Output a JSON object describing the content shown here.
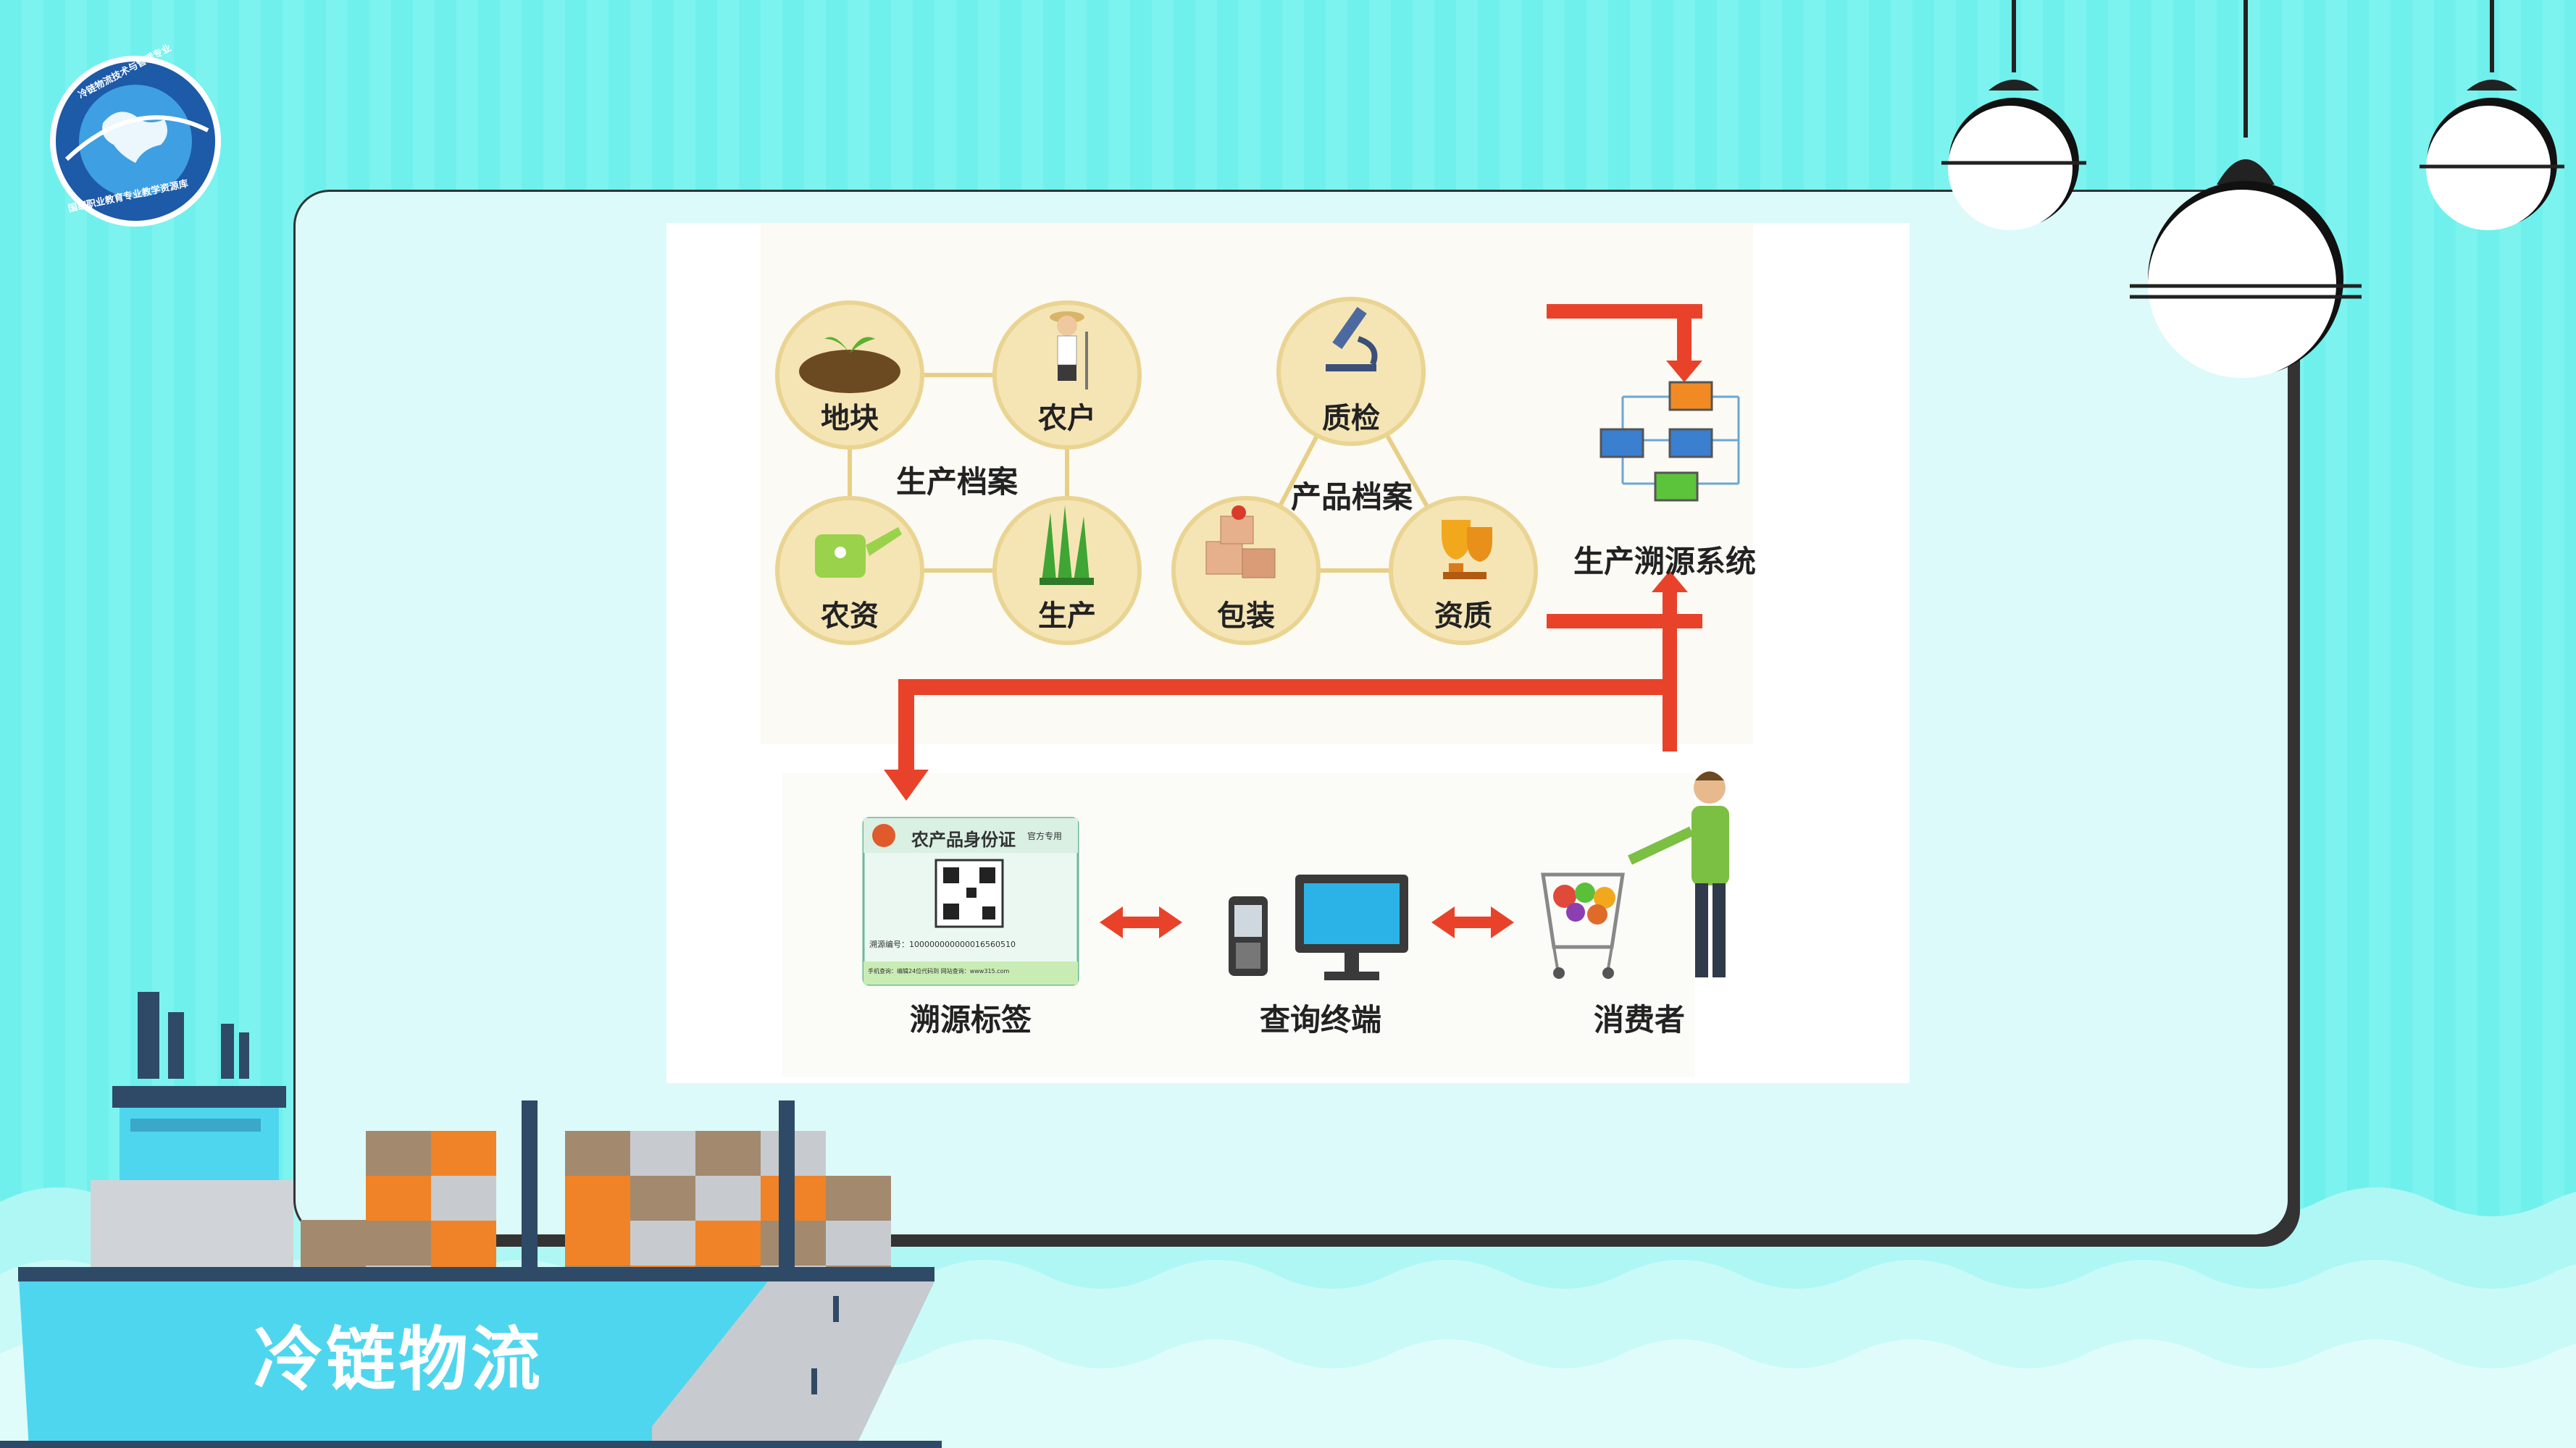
{
  "banner": {
    "title": "冷链物流"
  },
  "logo": {
    "top_text": "冷链物流技术与管理专业",
    "bottom_text": "国家职业教育专业教学资源库"
  },
  "diagram": {
    "production_records": {
      "label": "生产档案",
      "nodes": [
        "地块",
        "农户",
        "农资",
        "生产"
      ]
    },
    "product_records": {
      "label": "产品档案",
      "nodes": [
        "质检",
        "包装",
        "资质"
      ]
    },
    "system": {
      "label": "生产溯源系统"
    },
    "flow": {
      "label_tag": "溯源标签",
      "query_terminal": "查询终端",
      "consumer": "消费者"
    },
    "id_card": {
      "title": "农产品身份证",
      "subtitle": "官方专用",
      "trace_no": "溯源编号：100000000000016560510",
      "footer": "手机查询：编辑24位代码到        网站查询：www315.com"
    }
  },
  "colors": {
    "background": "#6ff0ec",
    "panel": "#dcfaf9",
    "arrow": "#e8432a",
    "node_circle": "#f5e5b5",
    "ship_hull": "#4fd6ef"
  },
  "icons": [
    "globe-logo-icon",
    "lamp-icon",
    "ship-icon",
    "soil-icon",
    "farmer-icon",
    "watering-can-icon",
    "grass-icon",
    "microscope-icon",
    "boxes-icon",
    "trophy-icon",
    "network-computers-icon",
    "qr-card-icon",
    "phone-icon",
    "monitor-icon",
    "shopping-cart-icon",
    "shopper-icon"
  ]
}
